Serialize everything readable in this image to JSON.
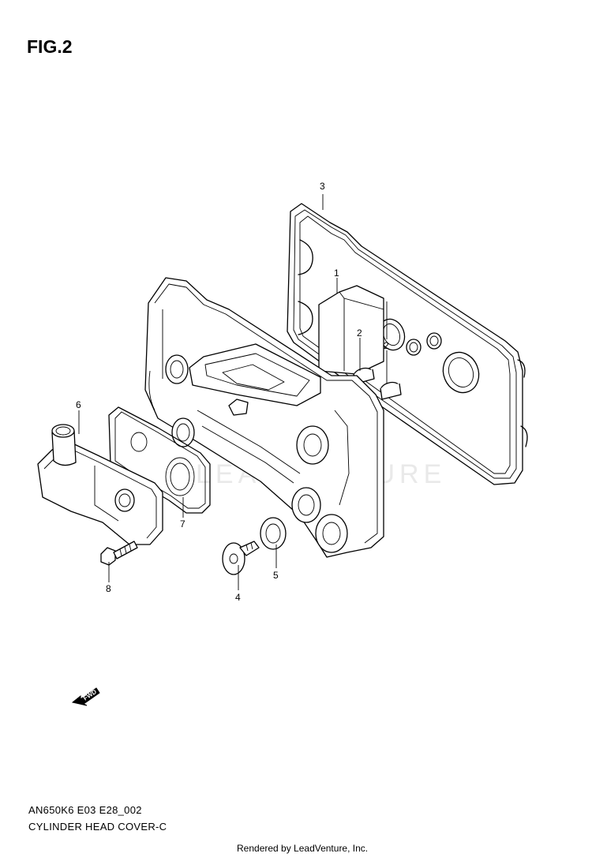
{
  "figure": {
    "title": "FIG.2",
    "watermark": "LEADVENTURE",
    "fwd_label": "FWD"
  },
  "callouts": [
    {
      "id": "callout-1",
      "number": "1"
    },
    {
      "id": "callout-2a",
      "number": "2"
    },
    {
      "id": "callout-2b",
      "number": "2"
    },
    {
      "id": "callout-3",
      "number": "3"
    },
    {
      "id": "callout-4",
      "number": "4"
    },
    {
      "id": "callout-5",
      "number": "5"
    },
    {
      "id": "callout-6",
      "number": "6"
    },
    {
      "id": "callout-7",
      "number": "7"
    },
    {
      "id": "callout-8",
      "number": "8"
    }
  ],
  "footer": {
    "model_code": "AN650K6 E03 E28_002",
    "section_name": "CYLINDER HEAD COVER-C",
    "rendered_by": "Rendered by LeadVenture, Inc."
  },
  "icons": {
    "forward_arrow": "fwd-arrow-icon"
  }
}
